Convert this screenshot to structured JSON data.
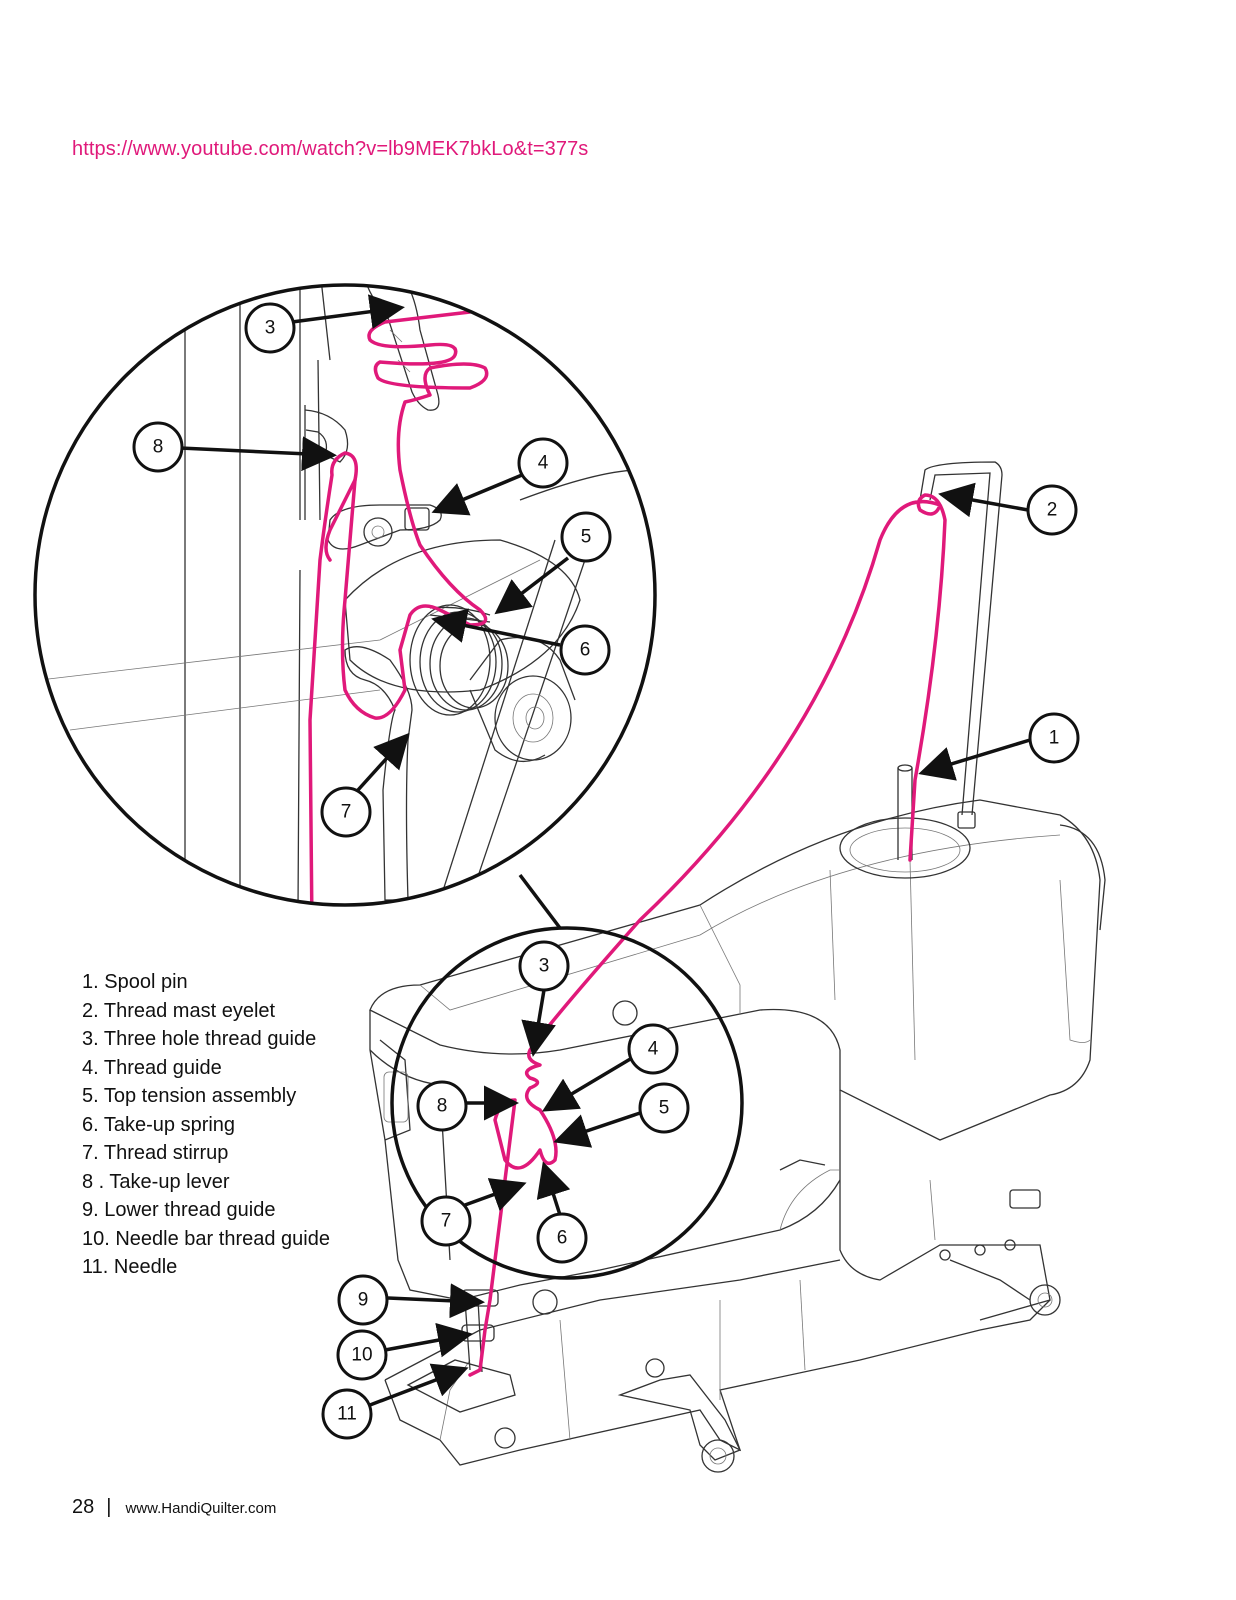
{
  "header": {
    "video_link": "https://www.youtube.com/watch?v=lb9MEK7bkLo&t=377s"
  },
  "legend": {
    "items": [
      "1. Spool pin",
      "2. Thread mast eyelet",
      "3. Three hole thread guide",
      "4. Thread guide",
      "5. Top tension assembly",
      "6. Take-up spring",
      "7. Thread stirrup",
      "8 . Take-up lever",
      "9.  Lower thread guide",
      "10. Needle bar thread guide",
      "11. Needle"
    ]
  },
  "callouts": {
    "zoom": [
      "3",
      "8",
      "4",
      "5",
      "6",
      "7"
    ],
    "machine": [
      "2",
      "1",
      "3",
      "4",
      "8",
      "5",
      "7",
      "6",
      "9",
      "10",
      "11"
    ]
  },
  "footer": {
    "page_number": "28",
    "separator": "|",
    "website": "www.HandiQuilter.com"
  },
  "colors": {
    "thread": "#e0197a",
    "link": "#e0197a",
    "ink": "#111111"
  }
}
